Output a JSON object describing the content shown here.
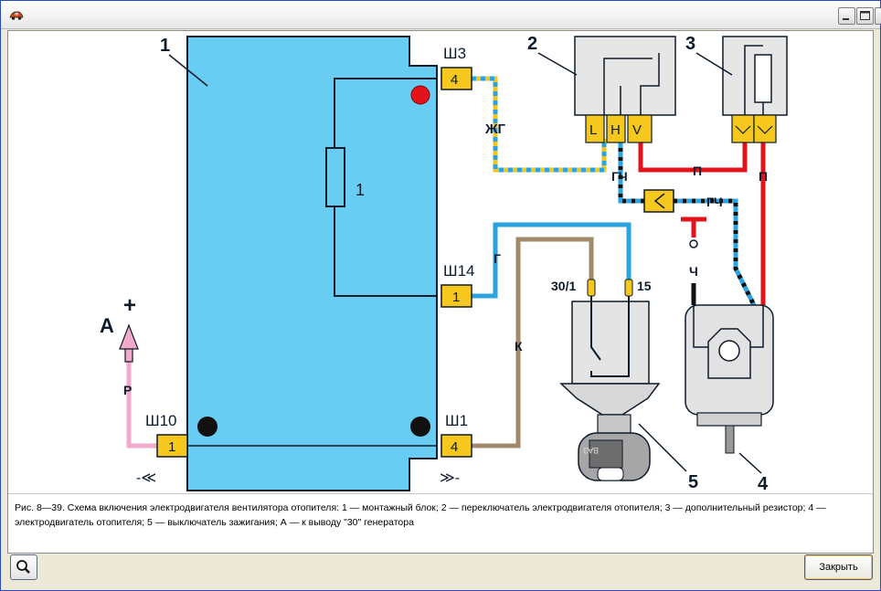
{
  "window": {
    "close_button_label": "Закрыть"
  },
  "diagram": {
    "callouts": [
      "1",
      "2",
      "3",
      "4",
      "5"
    ],
    "fuse_label": "1",
    "connectors": {
      "sh3": {
        "name": "Ш3",
        "pin": "4"
      },
      "sh14": {
        "name": "Ш14",
        "pin": "1"
      },
      "sh10": {
        "name": "Ш10",
        "pin": "1"
      },
      "sh1": {
        "name": "Ш1",
        "pin": "4"
      }
    },
    "switch_pins": [
      "L",
      "H",
      "V"
    ],
    "wire_labels": {
      "zhg": "ЖГ",
      "gch_left": "ГЧ",
      "gch_right": "ГЧ",
      "p_top": "П",
      "p_right": "П",
      "g": "Г",
      "k": "К",
      "ch": "Ч",
      "r": "Р"
    },
    "ignition_terminals": {
      "t30": "30/1",
      "t15": "15"
    },
    "generator_label": "А",
    "plus_label": "+",
    "key_text": "ВАЗ"
  },
  "caption": "Рис. 8—39. Схема включения электродвигателя вентилятора отопителя: 1 — монтажный блок;  2 — переключатель электродвигателя отопителя; 3 — дополнительный резистор; 4 — электродвигатель отопителя; 5 — выключатель зажигания; А — к выводу \"30\" генератора",
  "colors": {
    "block_blue": "#69ccf2",
    "wire_red": "#e3121b",
    "wire_blue": "#2aa3e0",
    "wire_yellow": "#f5c518",
    "wire_brown": "#a08a6a",
    "wire_pink": "#f3a9c8",
    "connector_yellow": "#f6c81e"
  }
}
